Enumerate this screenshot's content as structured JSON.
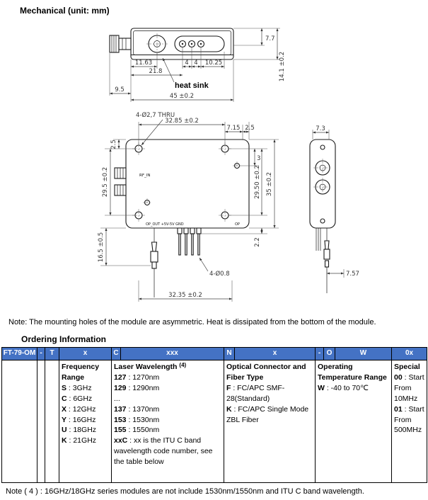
{
  "page": {
    "mechanical_heading": "Mechanical (unit: mm)",
    "mounting_note": "Note: The mounting holes of the module are asymmetric. Heat is dissipated from the bottom of the module.",
    "ordering_heading": "Ordering Information",
    "footnote": "Note ( 4 ) : 16GHz/18GHz series modules are not include 1530nm/1550nm and ITU C band wavelength."
  },
  "drawing": {
    "top_view": {
      "dim_7_7": "7.7",
      "dim_14_1": "14.1 ±0.2",
      "dim_11_63": "11.63",
      "dim_21_8": "21.8",
      "dim_pin_gap_1": "4",
      "dim_pin_gap_2": "4",
      "dim_10_25": "10.25",
      "heat_sink_label": "heat sink",
      "dim_9_5": "9.5",
      "dim_45": "45 ±0.2"
    },
    "front_view": {
      "thru_label": "4-Ø2,7 THRU",
      "dim_32_85": "32.85 ±0.2",
      "dim_7_15": "7.15",
      "dim_2_5_right": "2.5",
      "dim_2_5_left": "2.5",
      "dim_29_5_left": "29.5 ±0.2",
      "dim_16_5": "16.5 ±0.5",
      "dim_3": "3",
      "dim_29_50_right": "29.50 ±0.2",
      "dim_35": "35 ±0.2",
      "dim_2_2": "2.2",
      "rf_in_label": "RF_IN",
      "bottom_label": "OP_OUT +5V-5V GND",
      "op_label": "OP",
      "pin_label": "4-Ø0.8",
      "dim_32_35": "32.35 ±0.2"
    },
    "side_view": {
      "dim_7_3": "7.3",
      "dim_7_57": "7.57"
    }
  },
  "ordering_table": {
    "header_color": "#4472C4",
    "header": [
      "FT-79-OM",
      "-",
      "T",
      "x",
      "C",
      "xxx",
      "N",
      "x",
      "-",
      "O",
      "W",
      "0x"
    ],
    "frequency": {
      "title": "Frequency Range",
      "items": [
        {
          "code": "S",
          "desc": " : 3GHz"
        },
        {
          "code": "C",
          "desc": " : 6GHz"
        },
        {
          "code": "X",
          "desc": " : 12GHz"
        },
        {
          "code": "Y",
          "desc": " : 16GHz"
        },
        {
          "code": "U",
          "desc": " : 18GHz"
        },
        {
          "code": "K",
          "desc": " : 21GHz"
        }
      ]
    },
    "wavelength": {
      "title": "Laser Wavelength",
      "title_note": "(4)",
      "items": [
        {
          "code": "127",
          "desc": " : 1270nm"
        },
        {
          "code": "129",
          "desc": " : 1290nm"
        },
        {
          "code": "",
          "desc": "..."
        },
        {
          "code": "137",
          "desc": " : 1370nm"
        },
        {
          "code": "153",
          "desc": " : 1530nm"
        },
        {
          "code": "155",
          "desc": " : 1550nm"
        },
        {
          "code": "xxC",
          "desc": " : xx is the ITU C band wavelength code number, see the table below"
        }
      ]
    },
    "optical": {
      "title": "Optical Connector and Fiber Type",
      "items": [
        {
          "code": "F",
          "desc": " : FC/APC SMF-28(Standard)"
        },
        {
          "code": "K",
          "desc": " : FC/APC Single Mode ZBL Fiber"
        }
      ]
    },
    "temperature": {
      "title": "Operating Temperature Range",
      "items": [
        {
          "code": "W",
          "desc": " : -40 to 70℃"
        }
      ]
    },
    "special": {
      "title": "Special",
      "items": [
        {
          "code": "00",
          "desc": " : Start From 10MHz"
        },
        {
          "code": "01",
          "desc": " : Start From 500MHz"
        }
      ]
    }
  }
}
